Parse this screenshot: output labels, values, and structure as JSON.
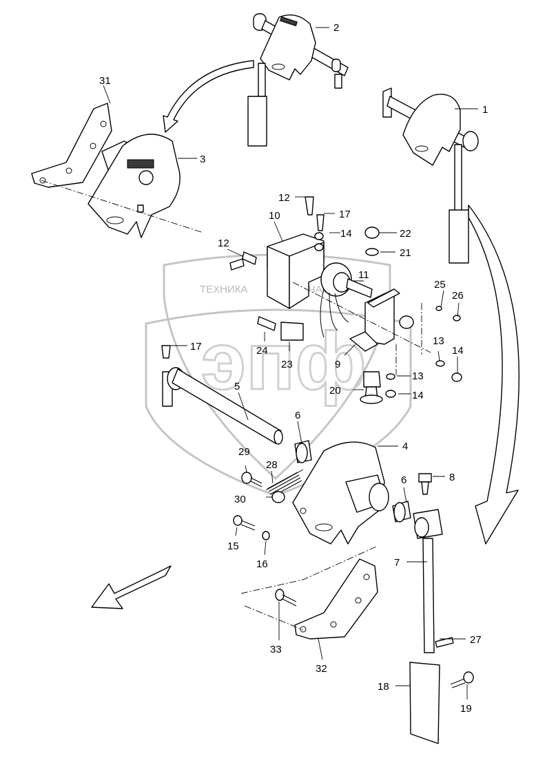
{
  "watermark": {
    "text_left": "ТЕХНИКА",
    "text_right": "ЗАПЧАСТИ",
    "logo_text": "эпф"
  },
  "callouts": [
    {
      "id": "c1",
      "text": "1"
    },
    {
      "id": "c2",
      "text": "2"
    },
    {
      "id": "c3",
      "text": "3"
    },
    {
      "id": "c4",
      "text": "4"
    },
    {
      "id": "c5",
      "text": "5"
    },
    {
      "id": "c6a",
      "text": "6"
    },
    {
      "id": "c6b",
      "text": "6"
    },
    {
      "id": "c7",
      "text": "7"
    },
    {
      "id": "c8",
      "text": "8"
    },
    {
      "id": "c9",
      "text": "9"
    },
    {
      "id": "c10",
      "text": "10"
    },
    {
      "id": "c11",
      "text": "11"
    },
    {
      "id": "c12a",
      "text": "12"
    },
    {
      "id": "c12b",
      "text": "12"
    },
    {
      "id": "c13a",
      "text": "13"
    },
    {
      "id": "c13b",
      "text": "13"
    },
    {
      "id": "c14a",
      "text": "14"
    },
    {
      "id": "c14b",
      "text": "14"
    },
    {
      "id": "c14c",
      "text": "14"
    },
    {
      "id": "c15",
      "text": "15"
    },
    {
      "id": "c16",
      "text": "16"
    },
    {
      "id": "c17a",
      "text": "17"
    },
    {
      "id": "c17b",
      "text": "17"
    },
    {
      "id": "c18",
      "text": "18"
    },
    {
      "id": "c19",
      "text": "19"
    },
    {
      "id": "c20",
      "text": "20"
    },
    {
      "id": "c21",
      "text": "21"
    },
    {
      "id": "c22",
      "text": "22"
    },
    {
      "id": "c23",
      "text": "23"
    },
    {
      "id": "c24",
      "text": "24"
    },
    {
      "id": "c25",
      "text": "25"
    },
    {
      "id": "c26",
      "text": "26"
    },
    {
      "id": "c27",
      "text": "27"
    },
    {
      "id": "c28",
      "text": "28"
    },
    {
      "id": "c29",
      "text": "29"
    },
    {
      "id": "c30",
      "text": "30"
    },
    {
      "id": "c31",
      "text": "31"
    },
    {
      "id": "c32",
      "text": "32"
    },
    {
      "id": "c33",
      "text": "33"
    }
  ]
}
